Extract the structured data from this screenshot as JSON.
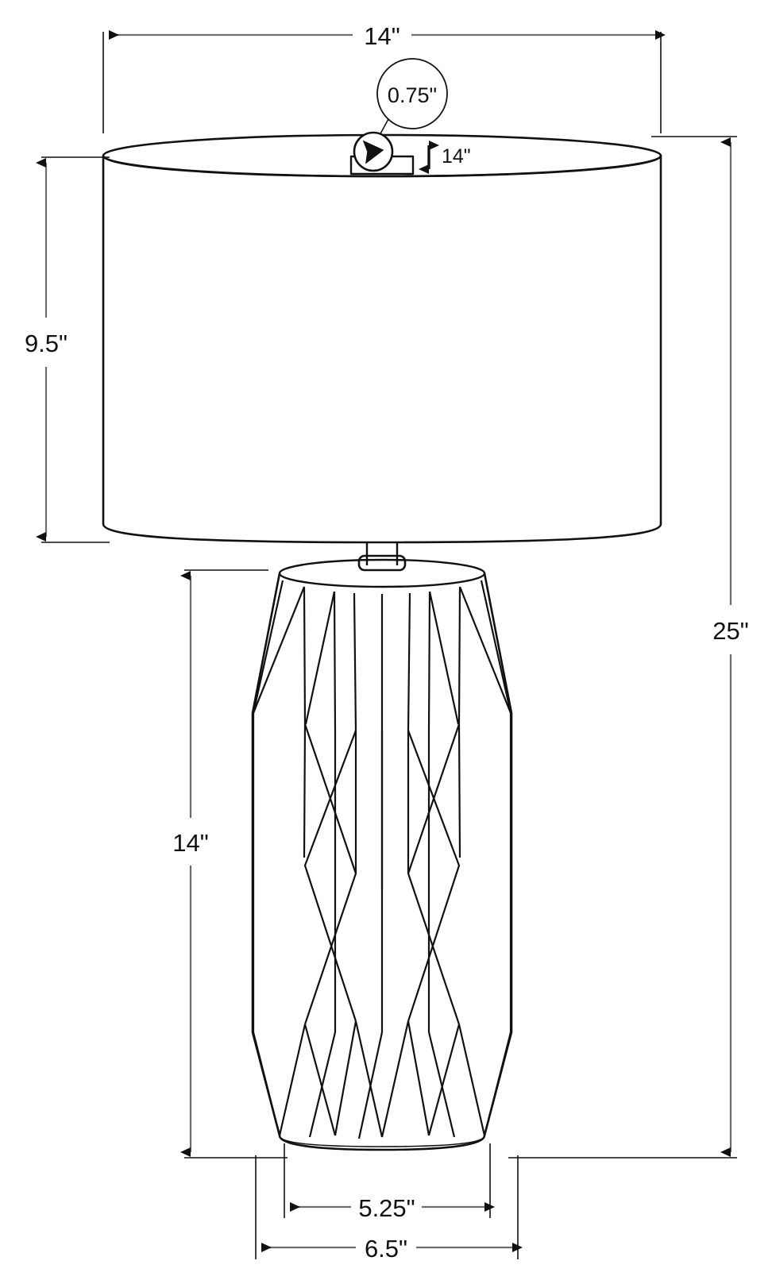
{
  "drawing": {
    "subject": "table-lamp-dimension-drawing",
    "units": "inches",
    "line_color": "#6e6e6e",
    "outline_color": "#111111",
    "text_color": "#111111",
    "background": "#ffffff"
  },
  "dimensions": {
    "shade_diameter": {
      "label": "14\"",
      "position": "top",
      "value": 14
    },
    "shade_height": {
      "label": "9.5\"",
      "position": "left",
      "value": 9.5
    },
    "harp_detail": {
      "label": "0.75\"",
      "position": "callout-bubble",
      "value": 0.75
    },
    "shade_top_lip": {
      "label": "14\"",
      "position": "top-inset",
      "value": 14
    },
    "overall_height": {
      "label": "25\"",
      "position": "right",
      "value": 25
    },
    "base_height": {
      "label": "14\"",
      "position": "lower-left",
      "value": 14
    },
    "base_top_diameter": {
      "label": "5.25\"",
      "position": "bottom-inner",
      "value": 5.25
    },
    "base_bottom_diameter": {
      "label": "6.5\"",
      "position": "bottom-outer",
      "value": 6.5
    }
  },
  "parts": {
    "shade": "lamp-shade-drum",
    "neck": "lamp-neck-fitting",
    "harp": "harp-socket-collar",
    "base": "faceted-geometric-base",
    "foot": "base-foot-rim"
  }
}
